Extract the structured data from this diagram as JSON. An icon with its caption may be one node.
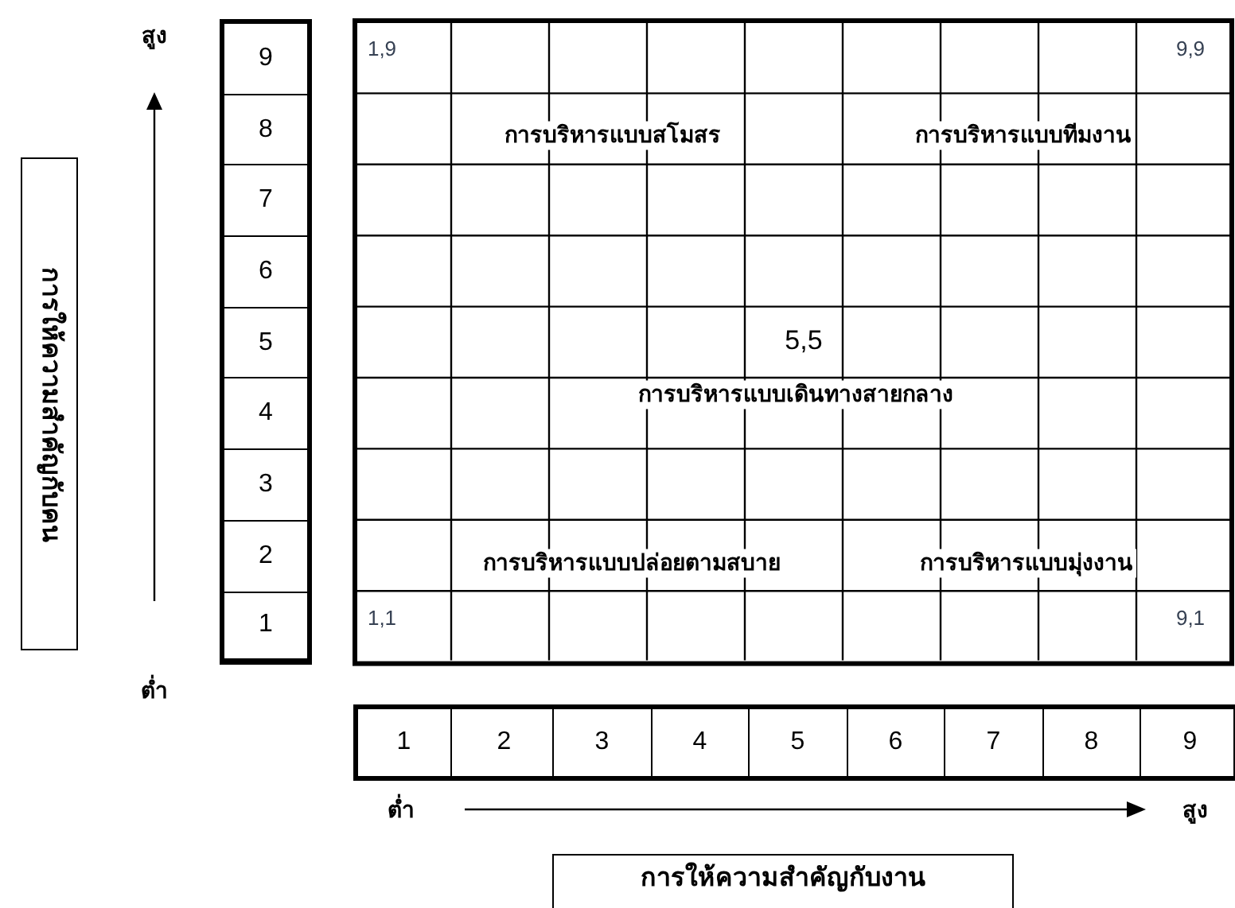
{
  "diagram": {
    "nodes": [
      {
        "text": [
          "การให้ความสำคัญกับคน"
        ]
      },
      {
        "text": [
          "การให้ความสำคัญกับงาน"
        ]
      }
    ],
    "edges": [],
    "labels": [
      "สูง",
      "9",
      "8",
      "7",
      "6",
      "5",
      "4",
      "3",
      "2",
      "1",
      "1,9",
      "9,9",
      "การบริหารแบบสโมสร",
      "การบริหารแบบทีมงาน",
      "5,5",
      "การบริหารแบบเดินทางสายกลาง",
      "การบริหารแบบปล่อยตามสบาย",
      "การบริหารแบบมุ่งงาน",
      "1,1",
      "9,1",
      "ต่ำ",
      "1",
      "2",
      "3",
      "4",
      "5",
      "6",
      "7",
      "8",
      "9",
      "ต่ำ",
      "สูง"
    ]
  }
}
